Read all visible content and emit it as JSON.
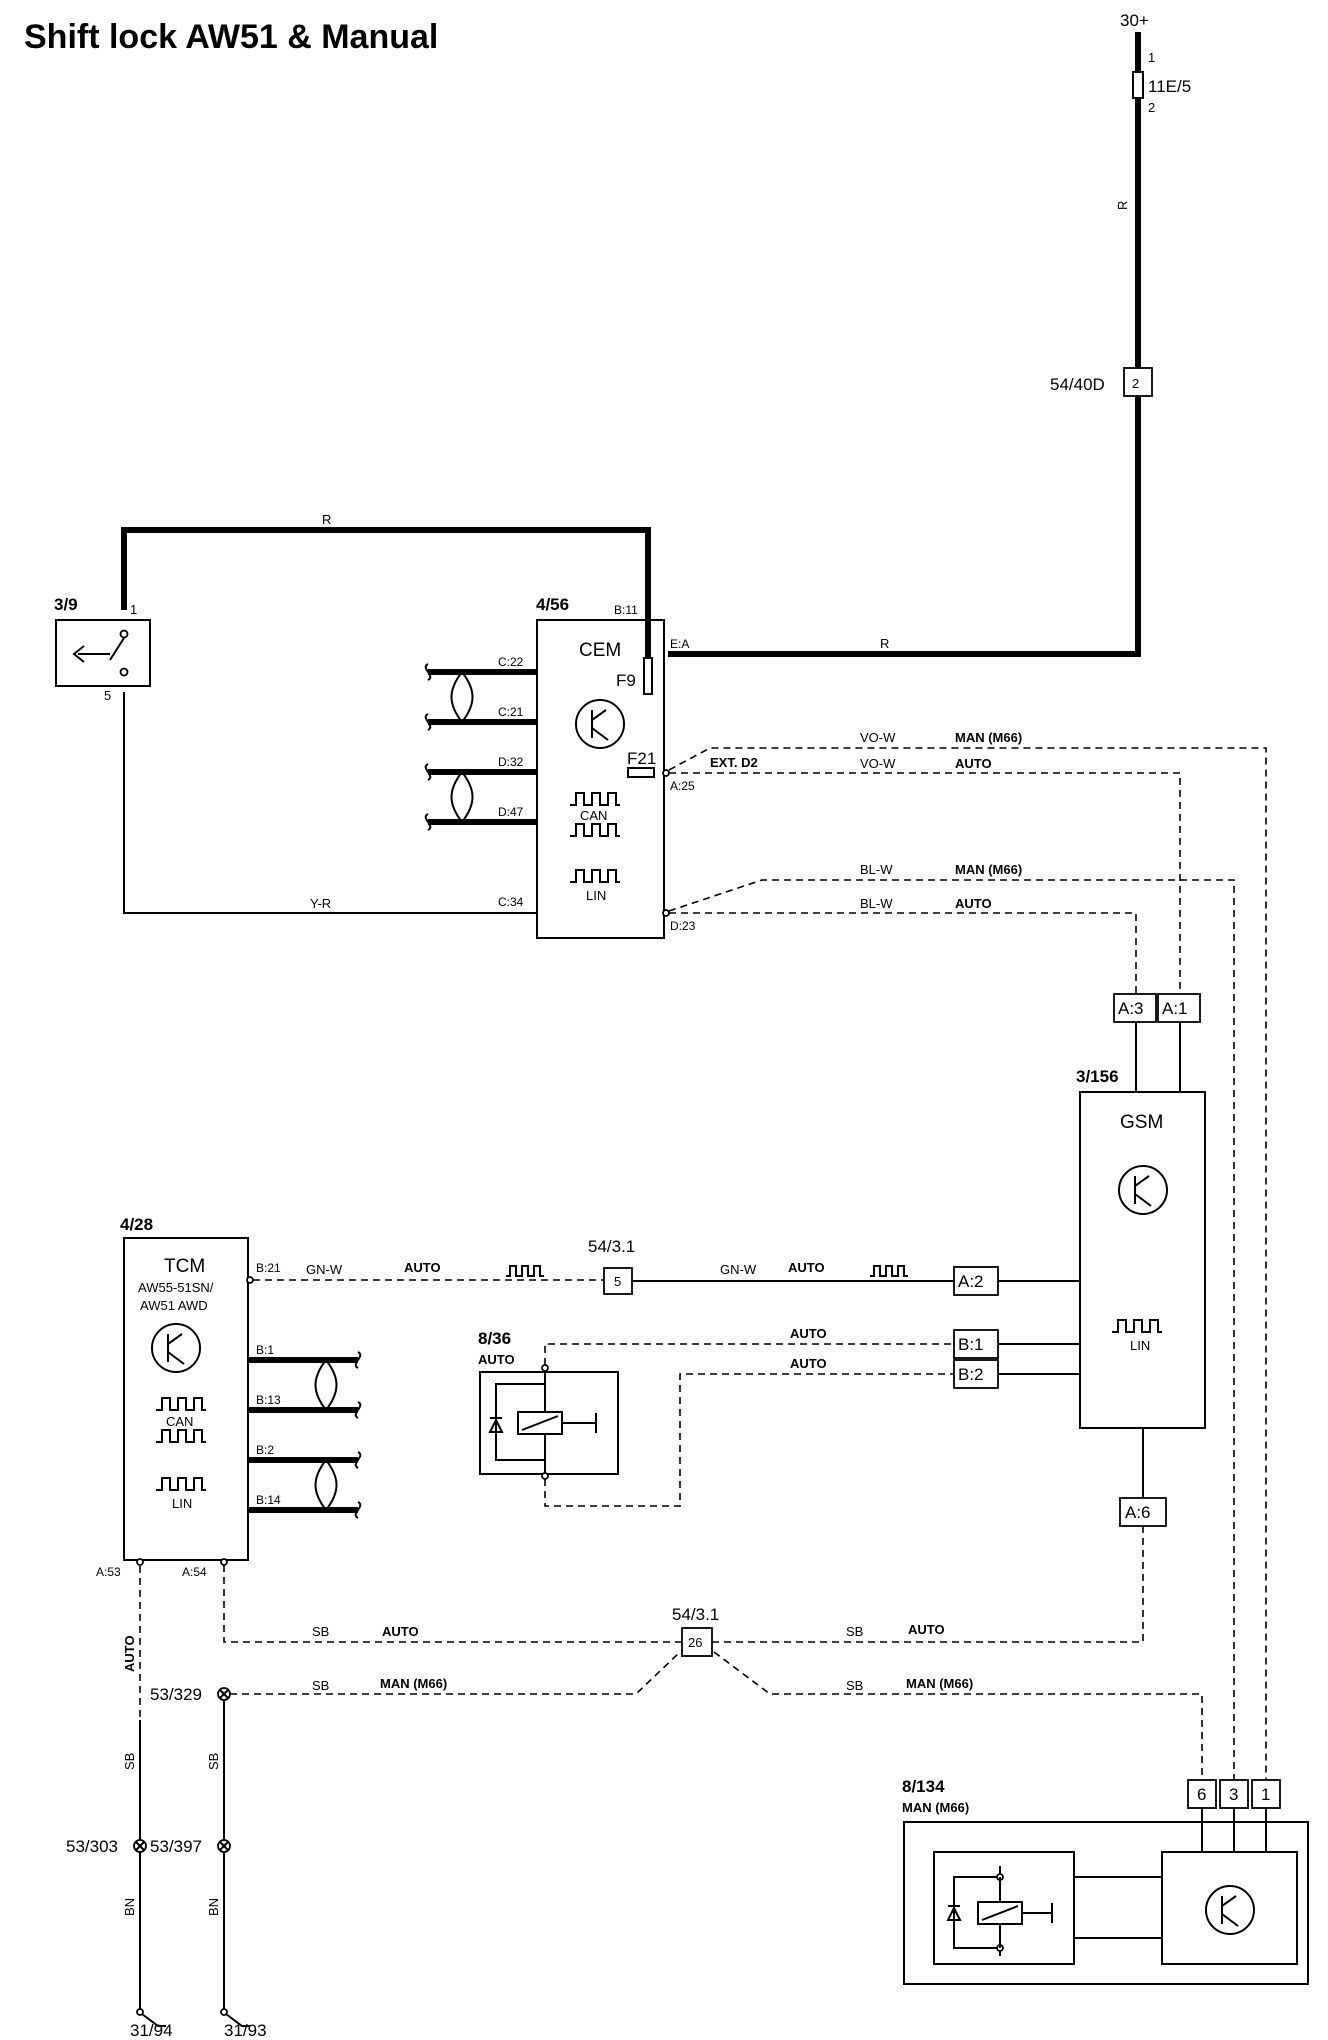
{
  "title": "Shift lock AW51 & Manual",
  "power": {
    "label": "30+",
    "fuse": "11E/5",
    "pin1": "1",
    "pin2": "2",
    "wire": "R",
    "connector": "54/40D",
    "connector_pin": "2"
  },
  "switch_3_9": {
    "id": "3/9",
    "pin1": "1",
    "pin5": "5"
  },
  "wire_r_top": "R",
  "wire_r_mid": "R",
  "wire_yr": "Y-R",
  "cem": {
    "id": "4/56",
    "name": "CEM",
    "fuse1": "F9",
    "fuse2": "F21",
    "pin_b11": "B:11",
    "pin_ea": "E:A",
    "pin_a25": "A:25",
    "pin_d23": "D:23",
    "pin_c22": "C:22",
    "pin_c21": "C:21",
    "pin_d32": "D:32",
    "pin_d47": "D:47",
    "pin_c34": "C:34",
    "can": "CAN",
    "lin": "LIN",
    "ext": "EXT. D2"
  },
  "cem_wires": {
    "vow1": "VO-W",
    "man1": "MAN (M66)",
    "vow2": "VO-W",
    "auto1": "AUTO",
    "blw1": "BL-W",
    "man2": "MAN (M66)",
    "blw2": "BL-W",
    "auto2": "AUTO"
  },
  "gsm": {
    "id": "3/156",
    "name": "GSM",
    "a3": "A:3",
    "a1": "A:1",
    "a2": "A:2",
    "b1": "B:1",
    "b2": "B:2",
    "a6": "A:6",
    "lin": "LIN"
  },
  "tcm": {
    "id": "4/28",
    "name": "TCM",
    "variant1": "AW55-51SN/",
    "variant2": "AW51 AWD",
    "b21": "B:21",
    "b1": "B:1",
    "b13": "B:13",
    "b2": "B:2",
    "b14": "B:14",
    "a53": "A:53",
    "a54": "A:54",
    "can": "CAN",
    "lin": "LIN"
  },
  "tcm_wire": {
    "color1": "GN-W",
    "auto1": "AUTO",
    "conn": "54/3.1",
    "conn_pin": "5",
    "color2": "GN-W",
    "auto2": "AUTO"
  },
  "relay_8_36": {
    "id": "8/36",
    "mode": "AUTO",
    "auto_b1": "AUTO",
    "auto_b2": "AUTO"
  },
  "ground_wires": {
    "sb1": "SB",
    "auto1": "AUTO",
    "conn": "54/3.1",
    "conn_pin": "26",
    "sb2": "SB",
    "auto2": "AUTO",
    "splice_329": "53/329",
    "sb3": "SB",
    "man1": "MAN (M66)",
    "sb4": "SB",
    "man2": "MAN (M66)",
    "auto_vert": "AUTO",
    "sb_v1": "SB",
    "sb_v2": "SB",
    "splice_303": "53/303",
    "splice_397": "53/397",
    "bn1": "BN",
    "bn2": "BN",
    "gnd1": "31/94",
    "gnd2": "31/93"
  },
  "module_8_134": {
    "id": "8/134",
    "mode": "MAN (M66)",
    "pin6": "6",
    "pin3": "3",
    "pin1": "1"
  }
}
